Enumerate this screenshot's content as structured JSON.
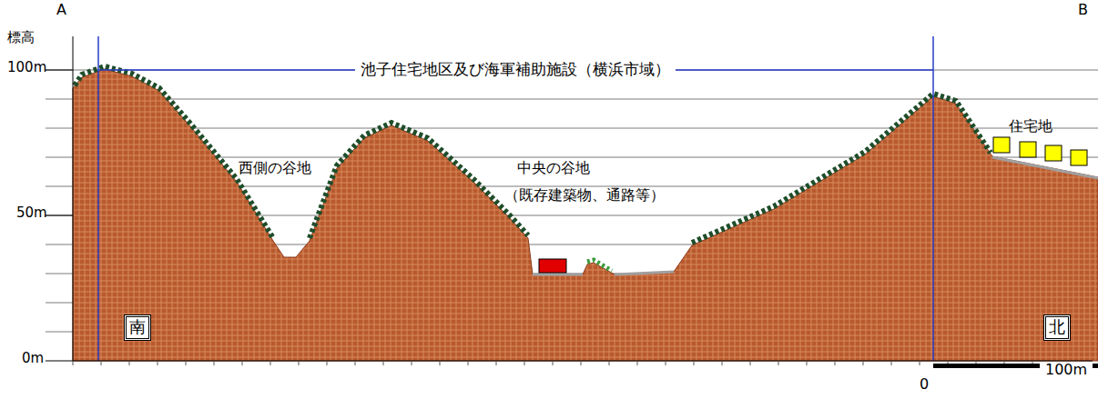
{
  "diagram": {
    "nodes": [
      {
        "text": [
          "南"
        ]
      },
      {
        "text": [
          "北"
        ]
      }
    ],
    "labels": [
      "A",
      "B",
      "標高",
      "100m",
      "50m",
      "0m",
      "池子住宅地区及び海軍補助施設（横浜市域）",
      "西側の谷地",
      "中央の谷地",
      "（既存建築物、通路等）",
      "住宅地",
      "0",
      "100m"
    ]
  }
}
